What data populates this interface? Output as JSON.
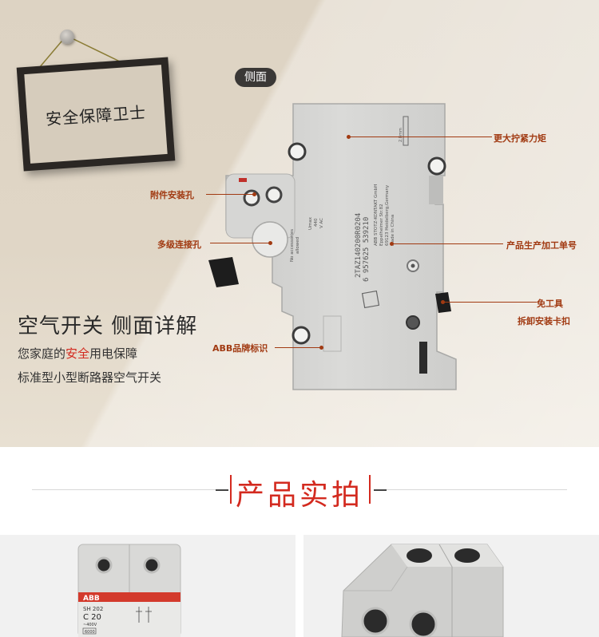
{
  "sign": {
    "text": "安全保障卫士"
  },
  "badge": {
    "text": "侧面"
  },
  "callouts": {
    "torque": "更大拧紧力矩",
    "accessory_hole": "附件安装孔",
    "multi_hole": "多级连接孔",
    "serial": "产品生产加工单号",
    "toolfree_1": "免工具",
    "toolfree_2": "拆卸安装卡扣",
    "brand": "ABB品牌标识"
  },
  "breaker_print": {
    "serial_code": "2TAZ140200R0204",
    "barcode_number": "6 957625 539210",
    "maker_1": "ABB STOTZ-KONTAKT GmbH",
    "maker_2": "Eppelheimer Str.82",
    "maker_3": "69123 Heidelberg,Germany",
    "maker_4": "Made in China",
    "notice_1": "No accessories",
    "notice_2": "allowed",
    "umax": "Umax",
    "volt": "440",
    "vac": "V AC",
    "length": "2.8mm"
  },
  "intro": {
    "heading": "空气开关 侧面详解",
    "line1_a": "您家庭的",
    "line1_hl": "安全",
    "line1_b": "用电保障",
    "line2": "标准型小型断路器空气开关"
  },
  "section": {
    "title": "产品实拍"
  },
  "photo_labels": {
    "brand": "ABB",
    "model": "SH 202",
    "rating": "C 20",
    "voltage": "~400V",
    "breaking": "6000"
  },
  "colors": {
    "accent_red": "#d32a1f",
    "callout_brown": "#a13a12",
    "background_beige": "#ddd3c3"
  }
}
